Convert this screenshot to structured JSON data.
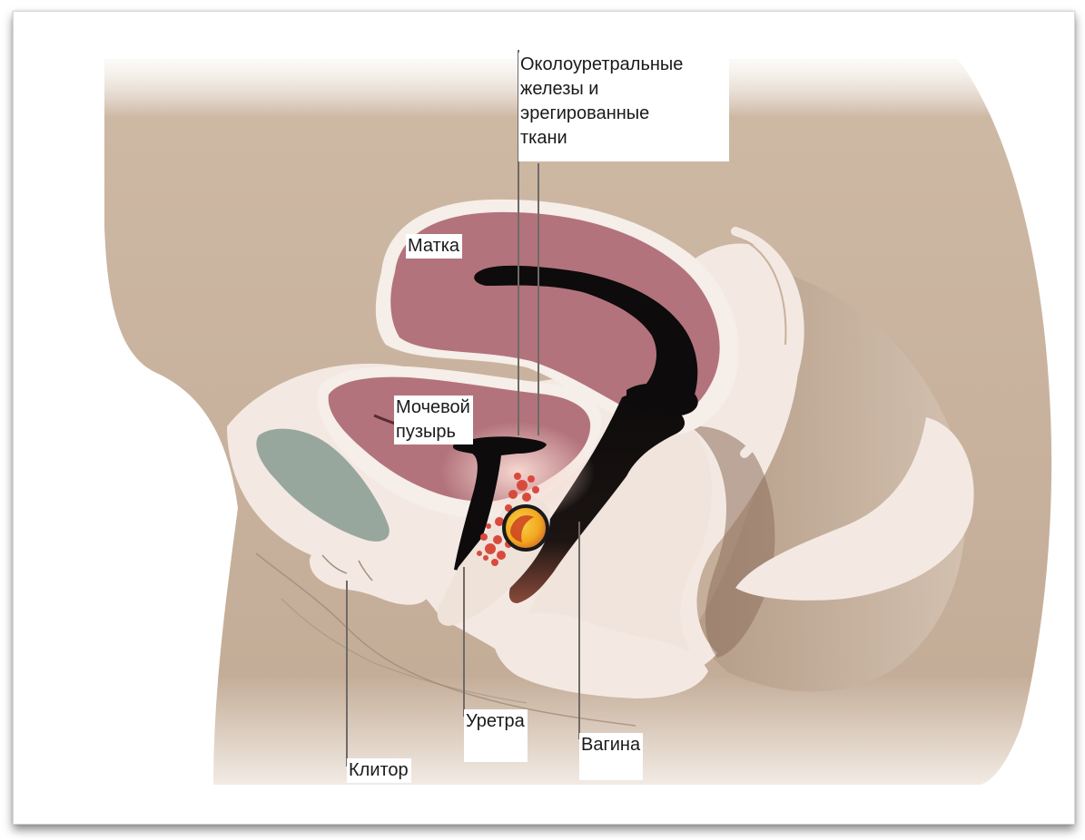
{
  "labels": {
    "glands": "Околоуретральные\nжелезы и\nэрегированные\nткани",
    "uterus": "Матка",
    "bladder": "Мочевой\nпузырь",
    "urethra": "Уретра",
    "vagina": "Вагина",
    "clitoris": "Клитор"
  },
  "colors": {
    "body": "#cdb8a4",
    "body_dark": "#a88f7a",
    "tissue_light": "#f4e8e0",
    "organ": "#b2727c",
    "organ_light": "#d7a9ad",
    "canal": "#0d0b0b",
    "bone": "#97a79e",
    "marker_fill": "#f2b21e",
    "marker_ring": "#1a1a1a",
    "glands": "#d94a3e"
  }
}
